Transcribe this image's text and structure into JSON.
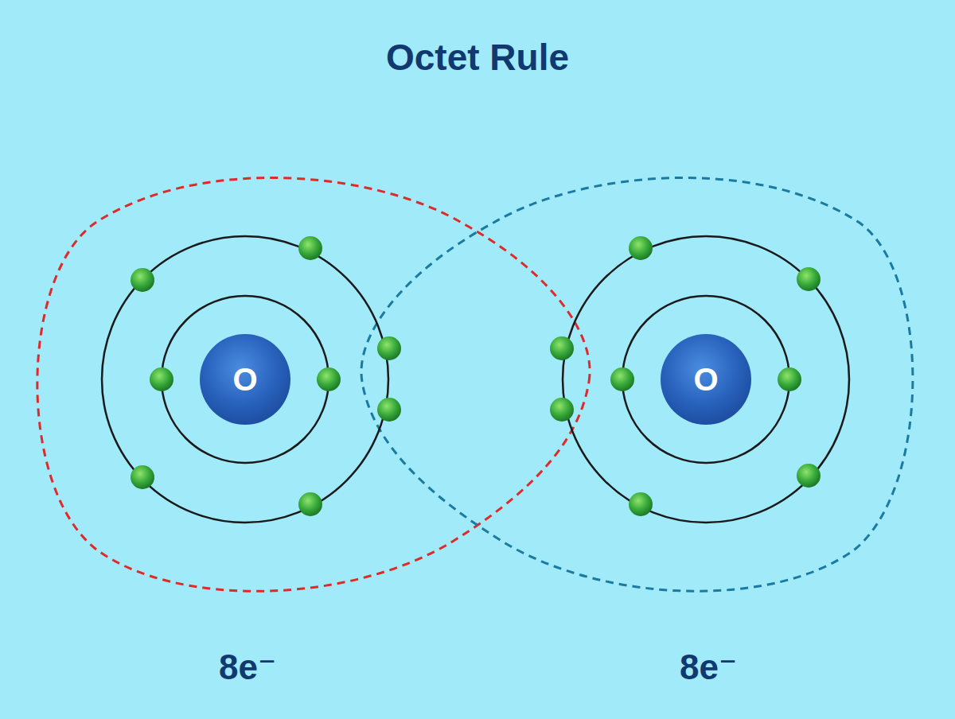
{
  "diagram": {
    "title": "Octet Rule",
    "nodes": [
      {
        "text": [
          "O"
        ]
      },
      {
        "text": [
          "O"
        ]
      }
    ],
    "labels": [
      "8e⁻",
      "8e⁻"
    ]
  }
}
